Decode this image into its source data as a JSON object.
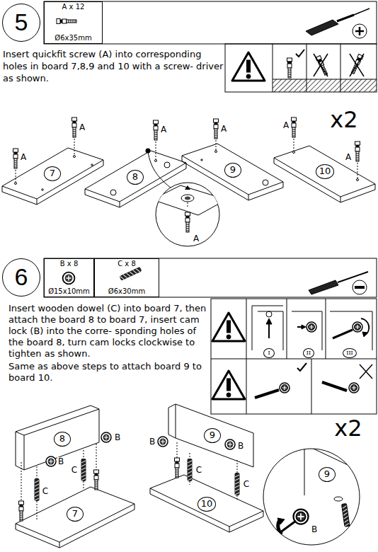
{
  "diagram": {
    "nodes": [
      {
        "text": [
          "5"
        ]
      },
      {
        "text": [
          "A x 12",
          "Ø6x35mm"
        ]
      },
      {
        "text": [
          "7"
        ]
      },
      {
        "text": [
          "8"
        ]
      },
      {
        "text": [
          "9"
        ]
      },
      {
        "text": [
          "10"
        ]
      },
      {
        "text": [
          "6"
        ]
      },
      {
        "text": [
          "B x 8",
          "Ø15x10mm"
        ]
      },
      {
        "text": [
          "C x 8",
          "Ø6x30mm"
        ]
      },
      {
        "text": [
          "I"
        ]
      },
      {
        "text": [
          "II"
        ]
      },
      {
        "text": [
          "III"
        ]
      },
      {
        "text": [
          "8"
        ]
      },
      {
        "text": [
          "7"
        ]
      },
      {
        "text": [
          "9"
        ]
      },
      {
        "text": [
          "10"
        ]
      },
      {
        "text": [
          "9"
        ]
      }
    ],
    "labels": [
      "Insert quickfit screw (A) into corresponding holes in board 7,8,9 and 10 with a screw- driver as shown.",
      "x2",
      "A",
      "A",
      "A",
      "A",
      "A",
      "A",
      "A",
      "Insert wooden dowel (C) into board 7, then attach the board 8 to board 7, insert cam lock (B) into the corre- sponding holes of the board 8, turn cam locks clockwise to tighten as shown.",
      "Same as above steps to attach board 9 to board 10.",
      "x2",
      "B",
      "B",
      "B",
      "B",
      "B",
      "C",
      "C",
      "C",
      "C"
    ]
  }
}
